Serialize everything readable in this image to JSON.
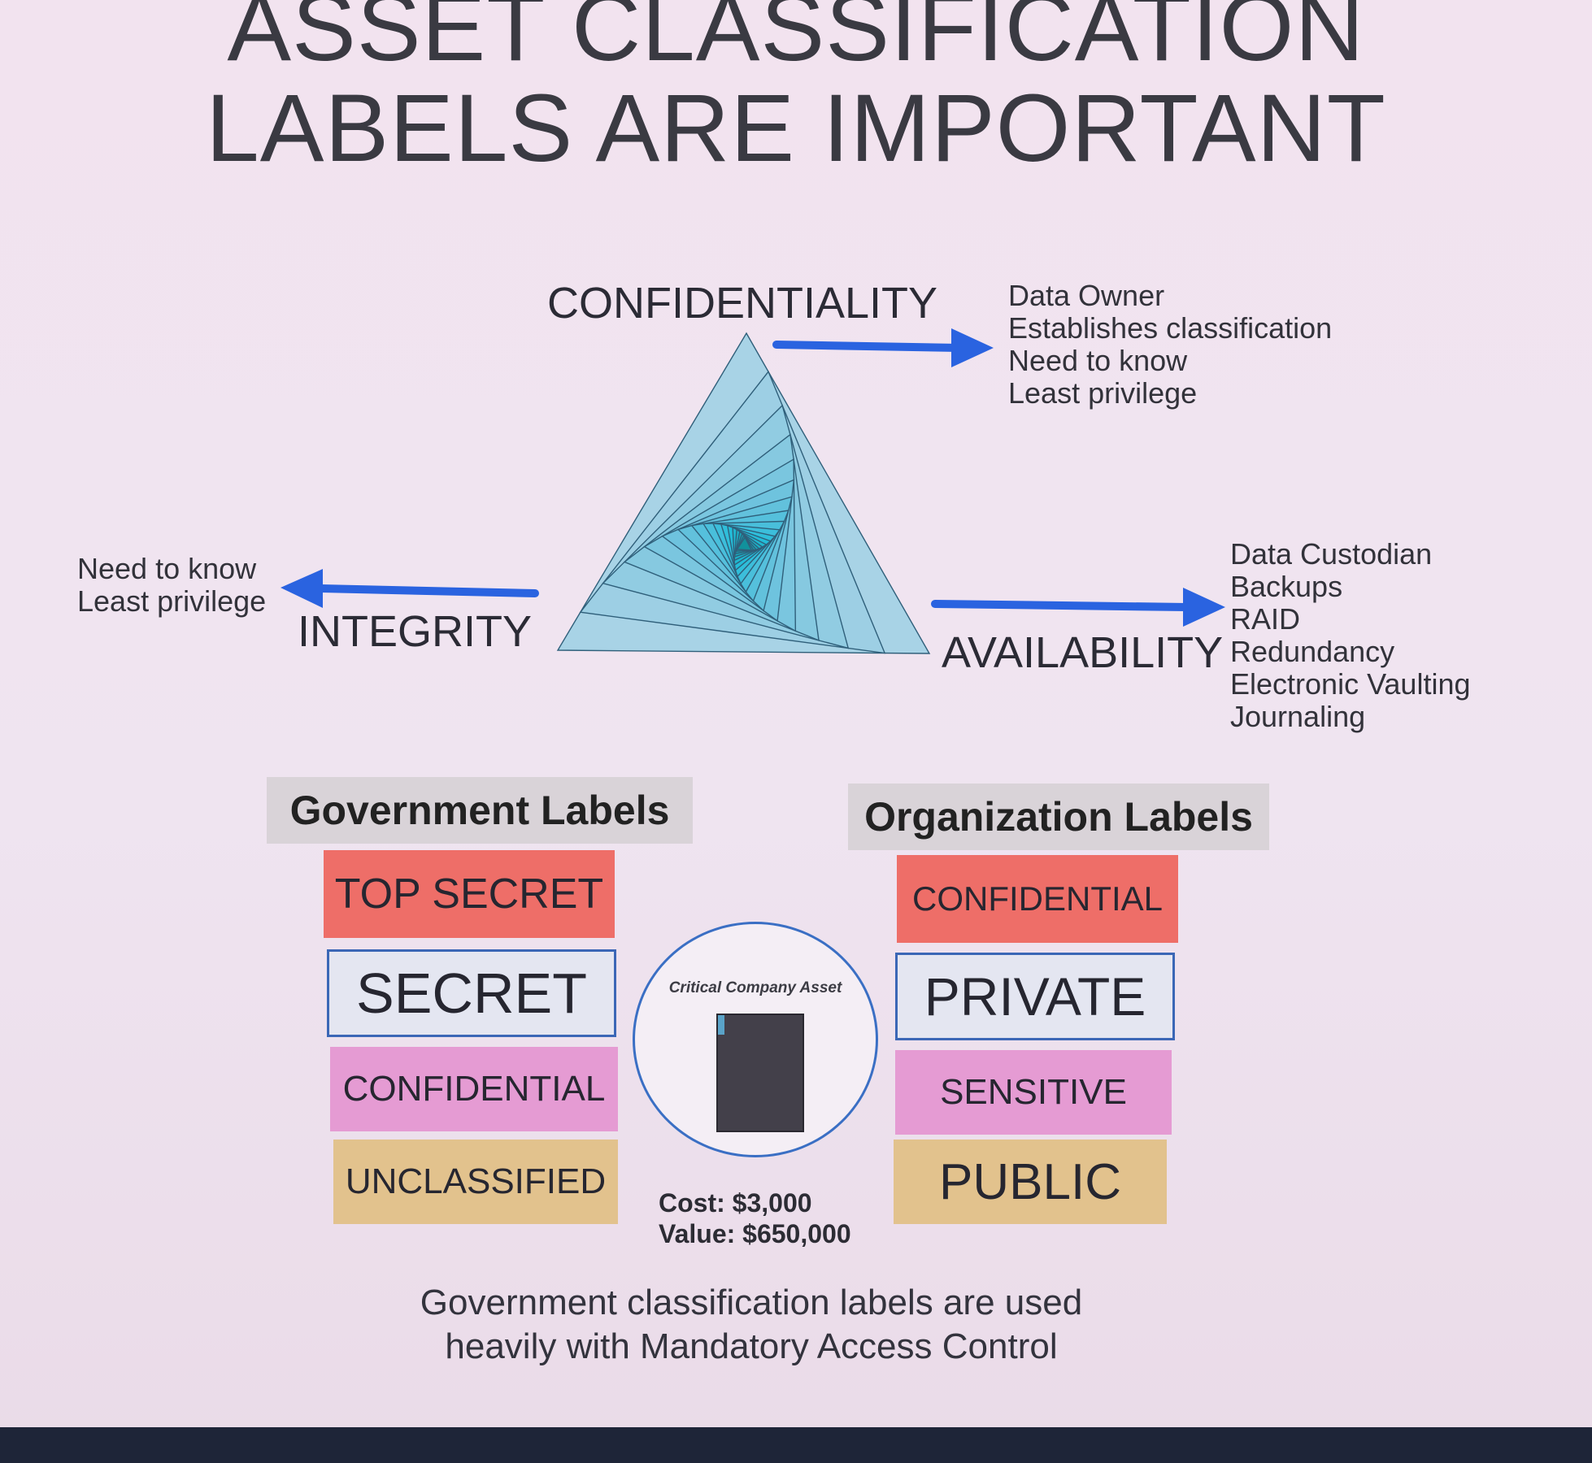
{
  "title": {
    "line1": "ASSET CLASSIFICATION",
    "line2": "LABELS ARE IMPORTANT"
  },
  "cia": {
    "confidentiality": {
      "label": "CONFIDENTIALITY",
      "notes": [
        "Data Owner",
        "Establishes classification",
        "Need to know",
        "Least privilege"
      ]
    },
    "integrity": {
      "label": "INTEGRITY",
      "notes": [
        "Need to know",
        "Least privilege"
      ]
    },
    "availability": {
      "label": "AVAILABILITY",
      "notes": [
        "Data Custodian",
        "Backups",
        "RAID",
        "Redundancy",
        "Electronic Vaulting",
        "Journaling"
      ]
    }
  },
  "government": {
    "heading": "Government Labels",
    "labels": [
      "TOP SECRET",
      "SECRET",
      "CONFIDENTIAL",
      "UNCLASSIFIED"
    ]
  },
  "organization": {
    "heading": "Organization Labels",
    "labels": [
      "CONFIDENTIAL",
      "PRIVATE",
      "SENSITIVE",
      "PUBLIC"
    ]
  },
  "asset": {
    "caption": "Critical Company Asset",
    "cost": "Cost: $3,000",
    "value": "Value: $650,000"
  },
  "footer": {
    "line1": "Government classification labels are used",
    "line2": "heavily with Mandatory Access Control"
  },
  "colors": {
    "arrow": "#2a63e0",
    "triangle": "#8cc3e2",
    "red": "#ee6e68",
    "pink": "#e59bd3",
    "tan": "#e2c28d",
    "blue_border": "#3b67b6"
  }
}
